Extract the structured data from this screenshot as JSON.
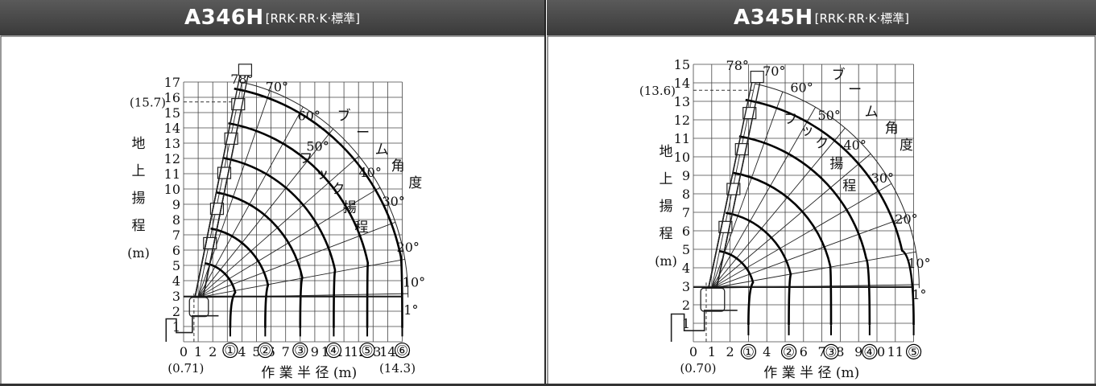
{
  "charts": [
    {
      "model": "A346H",
      "spec": "[RRK·RR·K·標準]",
      "y_axis_title_chars": [
        "地",
        "上",
        "揚",
        "程"
      ],
      "y_axis_unit": "(m)",
      "y_ticks": [
        "1",
        "2",
        "3",
        "4",
        "5",
        "6",
        "7",
        "8",
        "9",
        "10",
        "11",
        "12",
        "13",
        "14",
        "15",
        "16",
        "17"
      ],
      "x_ticks": [
        "0",
        "1",
        "2",
        "3",
        "4",
        "5",
        "6",
        "7",
        "8",
        "9",
        "10",
        "11",
        "12",
        "13",
        "14",
        "15"
      ],
      "x_axis_title": "作 業 半 径 (m)",
      "x_min_note": "(0.71)",
      "x_max_note": "(14.3)",
      "y_max_note": "(15.7)",
      "angle_labels": [
        "78°",
        "70°",
        "60°",
        "50°",
        "40°",
        "30°",
        "20°",
        "10°",
        "1°"
      ],
      "boom_angle_chars": [
        "ブ",
        "ー",
        "ム",
        "角",
        "度"
      ],
      "hook_lift_chars": [
        "フ",
        "ッ",
        "ク",
        "揚",
        "程"
      ],
      "section_markers": [
        "①",
        "②",
        "③",
        "④",
        "⑤",
        "⑥"
      ]
    },
    {
      "model": "A345H",
      "spec": "[RRK·RR·K·標準]",
      "y_axis_title_chars": [
        "地",
        "上",
        "揚",
        "程"
      ],
      "y_axis_unit": "(m)",
      "y_ticks": [
        "1",
        "2",
        "3",
        "4",
        "5",
        "6",
        "7",
        "8",
        "9",
        "10",
        "11",
        "12",
        "13",
        "14",
        "15"
      ],
      "x_ticks": [
        "0",
        "1",
        "2",
        "3",
        "4",
        "5",
        "6",
        "7",
        "8",
        "9",
        "10",
        "11",
        "12"
      ],
      "x_axis_title": "作 業 半 径 (m)",
      "x_min_note": "(0.70)",
      "x_max_note": "",
      "y_max_note": "(13.6)",
      "angle_labels": [
        "78°",
        "70°",
        "60°",
        "50°",
        "40°",
        "30°",
        "20°",
        "10°",
        "1°"
      ],
      "boom_angle_chars": [
        "ブ",
        "ー",
        "ム",
        "角",
        "度"
      ],
      "hook_lift_chars": [
        "フ",
        "ッ",
        "ク",
        "揚",
        "程"
      ],
      "section_markers": [
        "①",
        "②",
        "③",
        "④",
        "⑤"
      ]
    }
  ]
}
